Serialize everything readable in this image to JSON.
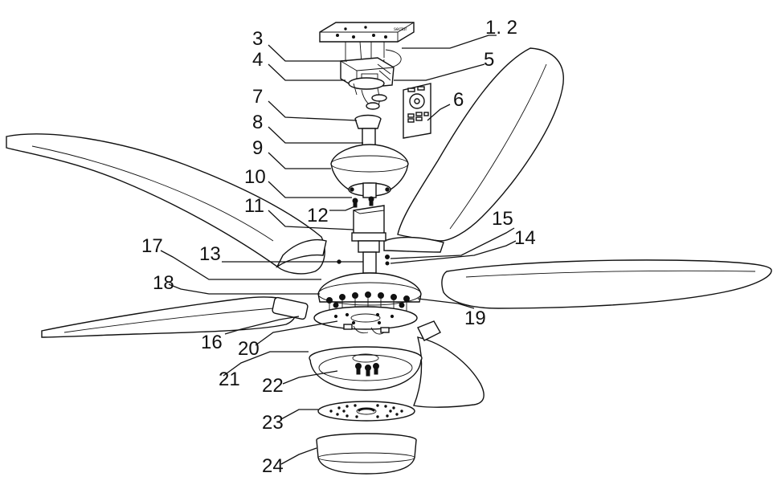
{
  "diagram": {
    "labels": {
      "l1_2": "1. 2",
      "l3": "3",
      "l4": "4",
      "l5": "5",
      "l6": "6",
      "l7": "7",
      "l8": "8",
      "l9": "9",
      "l10": "10",
      "l11": "11",
      "l12": "12",
      "l13": "13",
      "l14": "14",
      "l15": "15",
      "l16": "16",
      "l17": "17",
      "l18": "18",
      "l19": "19",
      "l20": "20",
      "l21": "21",
      "l22": "22",
      "l23": "23",
      "l24": "24"
    }
  }
}
